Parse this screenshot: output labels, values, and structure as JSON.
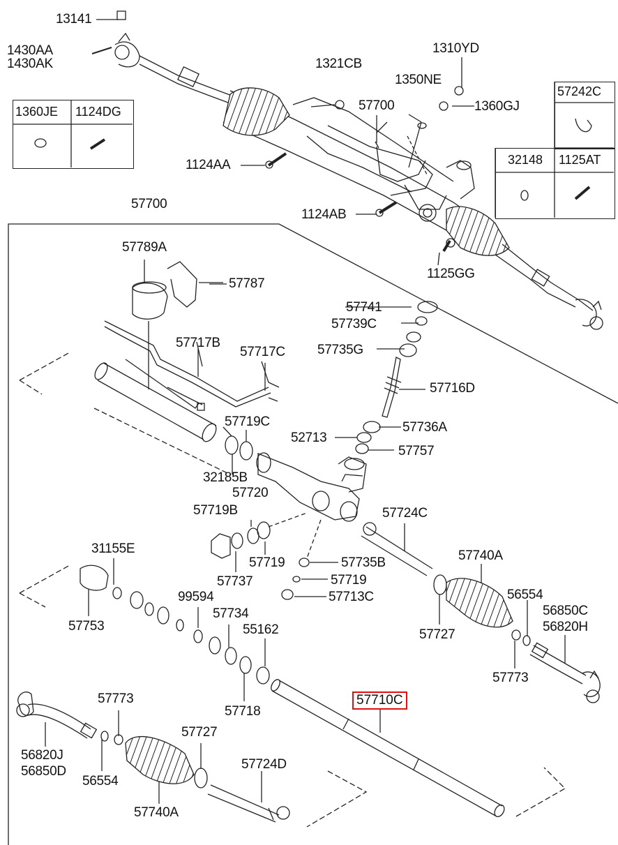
{
  "labels": {
    "p13141": "13141",
    "p1430aa": "1430AA",
    "p1430ak": "1430AK",
    "p1321cb": "1321CB",
    "p1310yd": "1310YD",
    "p1350ne": "1350NE",
    "p57700_top": "57700",
    "p1360gj": "1360GJ",
    "p1124aa": "1124AA",
    "p1124ab": "1124AB",
    "p1125gg": "1125GG",
    "p57700_box": "57700",
    "p57789a": "57789A",
    "p57787": "57787",
    "p57741": "57741",
    "p57739c": "57739C",
    "p57735g": "57735G",
    "p57717b": "57717B",
    "p57717c": "57717C",
    "p57716d": "57716D",
    "p57719c": "57719C",
    "p52713": "52713",
    "p57736a": "57736A",
    "p57757": "57757",
    "p32185b": "32185B",
    "p57720": "57720",
    "p57719b": "57719B",
    "p57724c": "57724C",
    "p57719_a": "57719",
    "p57735b": "57735B",
    "p57737": "57737",
    "p57719_b": "57719",
    "p57713c": "57713C",
    "p57740a_r": "57740A",
    "p31155e": "31155E",
    "p57753": "57753",
    "p99594": "99594",
    "p57734": "57734",
    "p55162": "55162",
    "p57727_r": "57727",
    "p56554_r": "56554",
    "p56850c": "56850C",
    "p56820h": "56820H",
    "p57773_r": "57773",
    "p57718": "57718",
    "p57710c": "57710C",
    "p57773_l": "57773",
    "p57727_l": "57727",
    "p56820j": "56820J",
    "p56850d": "56850D",
    "p56554_l": "56554",
    "p57724d": "57724D",
    "p57740a_l": "57740A"
  },
  "tables": {
    "left": [
      "1360JE",
      "1124DG"
    ],
    "right_top": [
      "57242C"
    ],
    "right_bottom": [
      "32148",
      "1125AT"
    ]
  },
  "highlight": {
    "part": "57710C",
    "color": "#e01010"
  }
}
